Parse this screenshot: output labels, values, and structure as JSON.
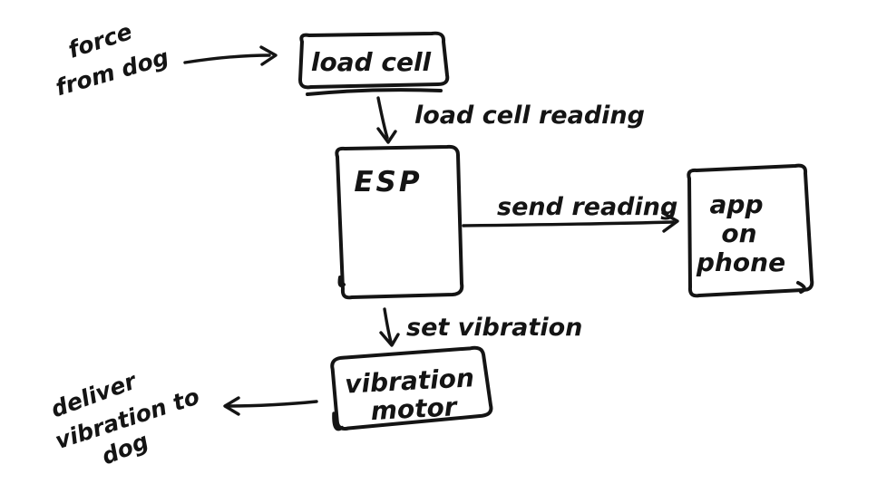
{
  "ink_color": "#141414",
  "background_color": "#ffffff",
  "nodes": {
    "load_cell": {
      "label": "load cell"
    },
    "esp": {
      "label": "ESP"
    },
    "app_on_phone": {
      "lines": [
        "app",
        "on",
        "phone"
      ]
    },
    "vibration_motor": {
      "lines": [
        "vibration",
        "motor"
      ]
    }
  },
  "edge_labels": {
    "load_cell_reading": "load cell reading",
    "send_reading": "send reading",
    "set_vibration": "set vibration"
  },
  "annotations": {
    "input_force": {
      "lines": [
        "force",
        "from dog"
      ]
    },
    "output_vibration": {
      "lines": [
        "deliver",
        "vibration to",
        "dog"
      ]
    }
  }
}
